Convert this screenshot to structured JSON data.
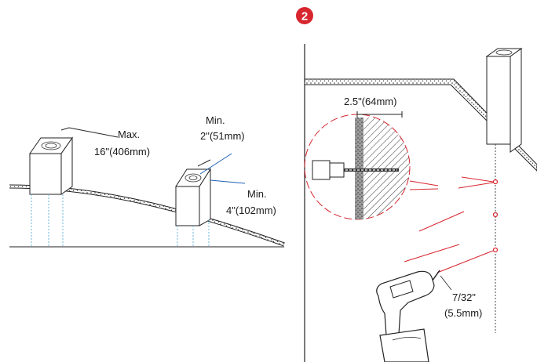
{
  "step": {
    "number": "2",
    "color": "#d7262e"
  },
  "left_panel": {
    "max_label_line1": "Max.",
    "max_label_line2": "16\"(406mm)",
    "min_top_line1": "Min.",
    "min_top_line2": "2\"(51mm)",
    "min_side_line1": "Min.",
    "min_side_line2": "4\"(102mm)"
  },
  "right_panel": {
    "depth_label": "2.5\"(64mm)",
    "bit_label_line1": "7/32\"",
    "bit_label_line2": "(5.5mm)"
  },
  "colors": {
    "accent": "#d7262e",
    "guide": "#1e5fb4",
    "dashed": "#6ab7dd",
    "ink": "#222222"
  }
}
